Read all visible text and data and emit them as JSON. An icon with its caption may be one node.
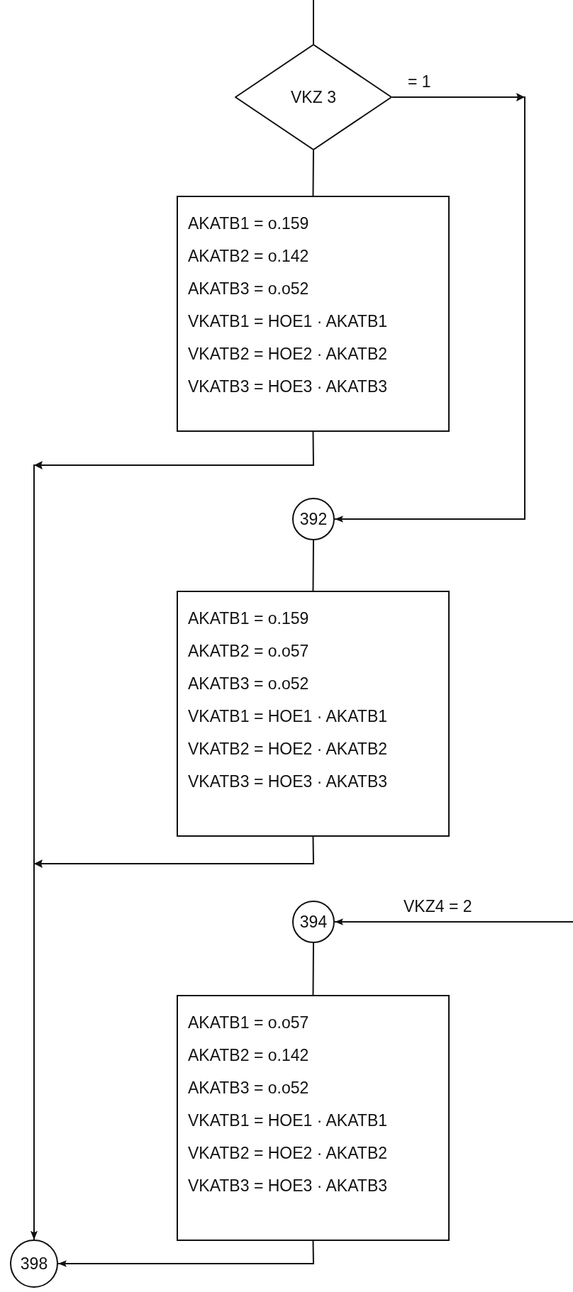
{
  "diagram": {
    "nodes": [
      {
        "text": [
          "VKZ 3"
        ]
      },
      {
        "text": [
          "AKATB1 = o.159",
          "AKATB2 = o.142",
          "AKATB3 = o.o52",
          "VKATB1 = HOE1 · AKATB1",
          "VKATB2 = HOE2 · AKATB2",
          "VKATB3 = HOE3 · AKATB3"
        ]
      },
      {
        "text": [
          "392"
        ]
      },
      {
        "text": [
          "AKATB1 = o.159",
          "AKATB2 = o.o57",
          "AKATB3 = o.o52",
          "VKATB1 = HOE1 · AKATB1",
          "VKATB2 = HOE2 · AKATB2",
          "VKATB3 = HOE3 · AKATB3"
        ]
      },
      {
        "text": [
          "394"
        ]
      },
      {
        "text": [
          "AKATB1 = o.o57",
          "AKATB2 = o.142",
          "AKATB3 = o.o52",
          "VKATB1 = HOE1 · AKATB1",
          "VKATB2 = HOE2 · AKATB2",
          "VKATB3 = HOE3 · AKATB3"
        ]
      },
      {
        "text": [
          "398"
        ]
      }
    ],
    "edges": [
      {
        "from": null,
        "to": 0,
        "arrow": "none"
      },
      {
        "from": 0,
        "to": 1,
        "arrow": "none"
      },
      {
        "from": 0,
        "to": 2,
        "arrow": "to",
        "label": "= 1"
      },
      {
        "from": 1,
        "to": 6,
        "arrow": "to"
      },
      {
        "from": 2,
        "to": 3,
        "arrow": "none"
      },
      {
        "from": 3,
        "to": 6,
        "arrow": "to"
      },
      {
        "from": null,
        "to": 4,
        "arrow": "to",
        "label": "VKZ4 = 2"
      },
      {
        "from": 4,
        "to": 5,
        "arrow": "none"
      },
      {
        "from": 5,
        "to": 6,
        "arrow": "to"
      }
    ]
  }
}
